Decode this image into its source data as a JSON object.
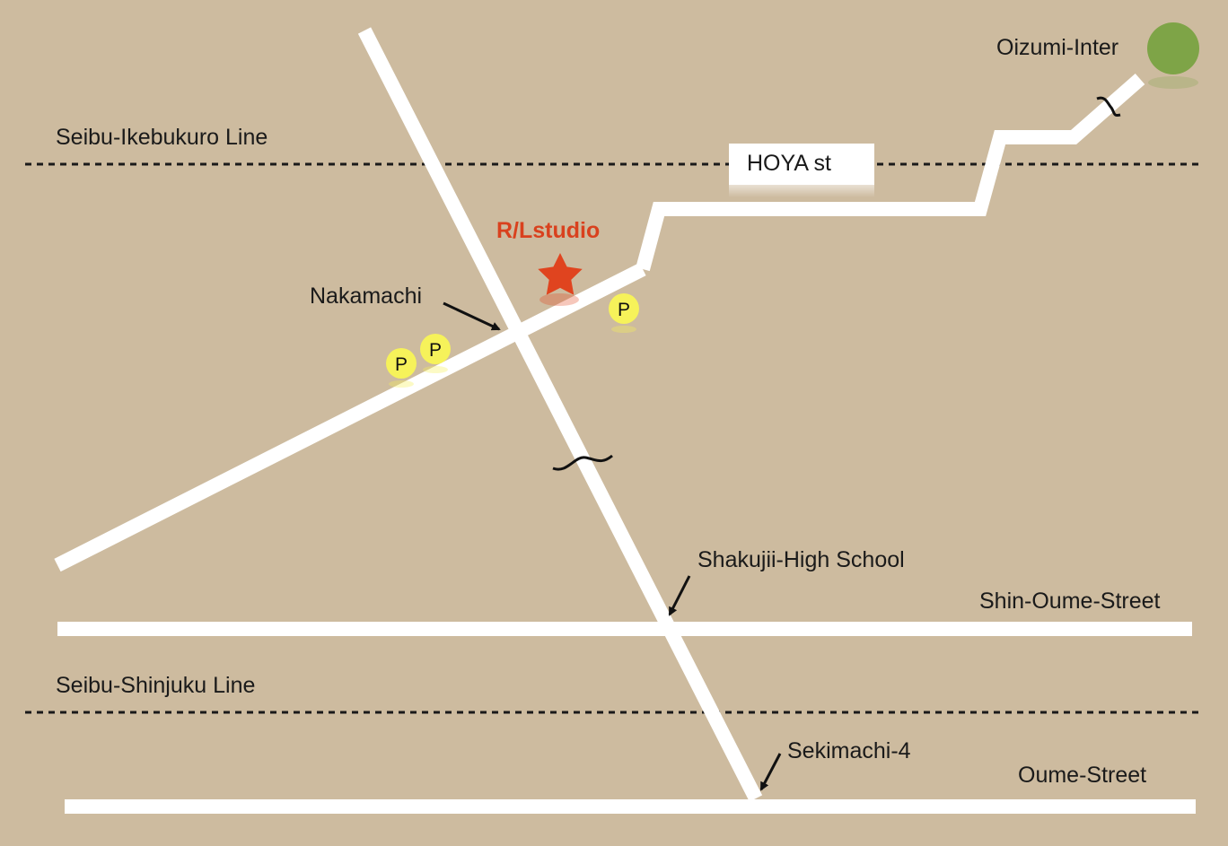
{
  "map": {
    "rail_lines": {
      "seibu_ikebukuro": "Seibu-Ikebukuro Line",
      "seibu_shinjuku": "Seibu-Shinjuku Line"
    },
    "roads": {
      "hoya": "HOYA st",
      "shin_oume": "Shin-Oume-Street",
      "oume": "Oume-Street"
    },
    "places": {
      "oizumi_inter": "Oizumi-Inter",
      "studio": "R/Lstudio",
      "nakamachi": "Nakamachi",
      "shakujii_high_school": "Shakujii-High School",
      "sekimachi": "Sekimachi-4"
    },
    "parking": {
      "label": "P"
    },
    "colors": {
      "background": "#cdbb9f",
      "road": "#ffffff",
      "studio_star": "#e0441f",
      "parking": "#f6f25a",
      "interchange": "#7ea447"
    }
  }
}
